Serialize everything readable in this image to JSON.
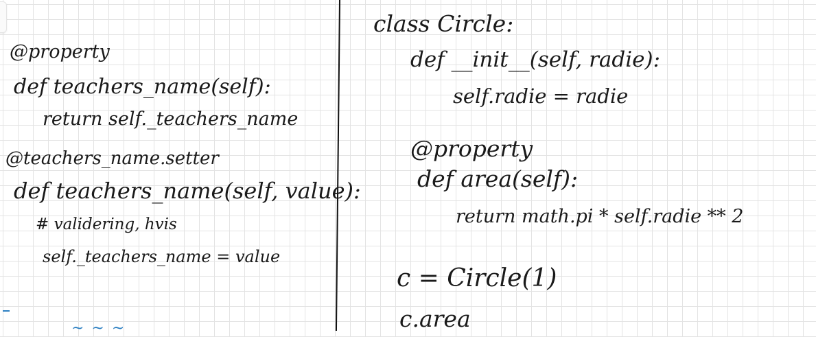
{
  "left_notes": {
    "lines": [
      "@property",
      "def teachers_name(self):",
      "return self._teachers_name",
      "@teachers_name.setter",
      "def teachers_name(self, value):",
      "# validering, hvis",
      "self._teachers_name = value"
    ],
    "blue_scribble": "~ ~ ~"
  },
  "right_notes": {
    "lines": [
      "class Circle:",
      "def __init__(self, radie):",
      "self.radie = radie",
      "@property",
      "def area(self):",
      "return math.pi * self.radie ** 2",
      "c = Circle(1)",
      "c.area"
    ]
  },
  "colors": {
    "ink": "#1a1a1a",
    "grid": "#e3e3e3",
    "accent": "#2b7fc2"
  }
}
